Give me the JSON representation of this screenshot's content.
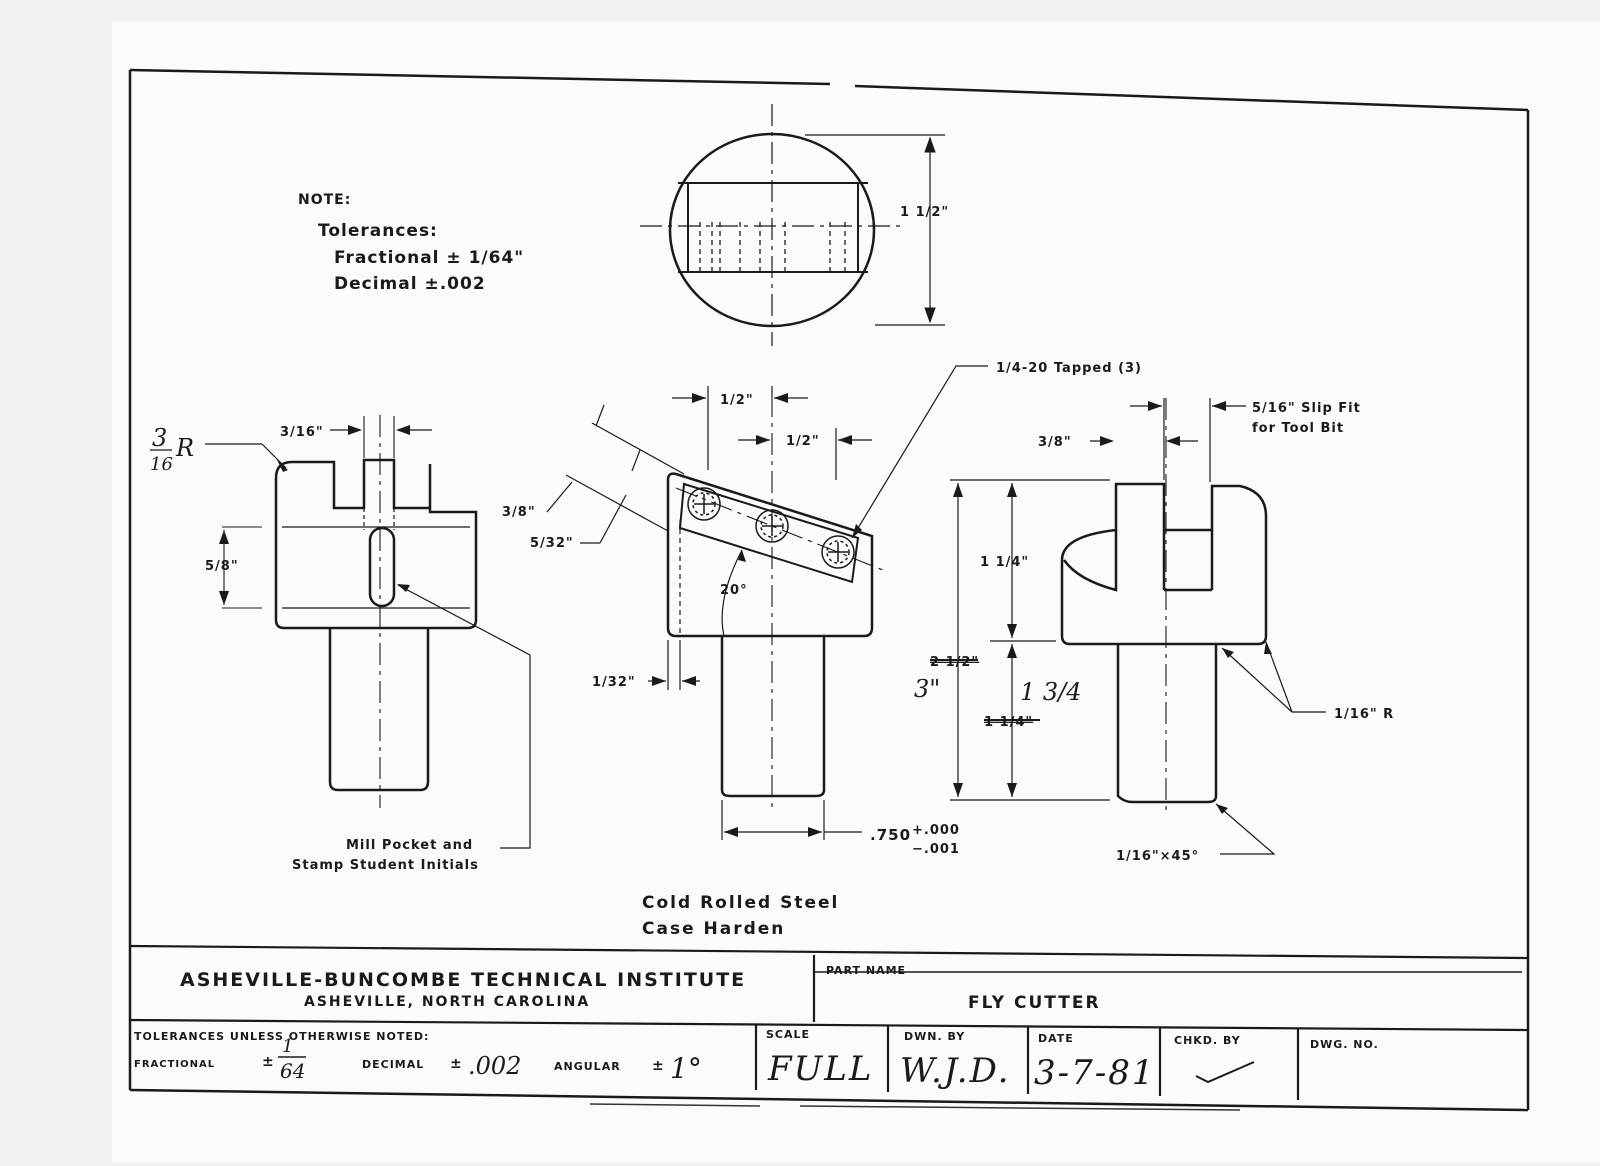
{
  "note": {
    "heading": "NOTE:",
    "tolerances": "Tolerances:",
    "fractional": "Fractional ± 1/64\"",
    "decimal": "Decimal ±.002"
  },
  "dims": {
    "top_height": "1 1/2\"",
    "tapped": "1/4-20 Tapped (3)",
    "half_a": "1/2\"",
    "half_b": "1/2\"",
    "three_eighths_mid": "3/8\"",
    "five_32": "5/32\"",
    "angle": "20°",
    "one_32": "1/32\"",
    "decimal_dia": ".750",
    "tol_plus": "+.000",
    "tol_minus": "−.001",
    "left_316": "3/16\"",
    "left_316R_num": "3",
    "left_316R_den": "16",
    "left_316R_R": "R",
    "left_58": "5/8\"",
    "mill_pocket_1": "Mill Pocket and",
    "mill_pocket_2": "Stamp Student Initials",
    "right_516_1": "5/16\" Slip Fit",
    "right_516_2": "for Tool Bit",
    "right_38": "3/8\"",
    "right_114": "1 1/4\"",
    "old_overall": "2 1/2\"",
    "new_overall": "3\"",
    "new_lower": "1 3/4",
    "old_lower": "1 1/4\"",
    "right_116R": "1/16\" R",
    "chamfer": "1/16\"×45°"
  },
  "material": {
    "line1": "Cold Rolled Steel",
    "line2": "Case Harden"
  },
  "title_block": {
    "institute": "ASHEVILLE-BUNCOMBE TECHNICAL INSTITUTE",
    "location": "ASHEVILLE, NORTH CAROLINA",
    "part_name_label": "PART NAME",
    "part_name": "FLY CUTTER",
    "tol_label": "TOLERANCES UNLESS OTHERWISE NOTED:",
    "fractional_label": "FRACTIONAL",
    "pm1": "±",
    "frac_num": "1",
    "frac_den": "64",
    "decimal_label": "DECIMAL",
    "pm2": "±",
    "decimal_value": ".002",
    "angular_label": "ANGULAR",
    "pm3": "±",
    "angular_value": "1°",
    "scale_label": "SCALE",
    "scale_value": "FULL",
    "dwn_label": "DWN. BY",
    "dwn_value": "W.J.D.",
    "date_label": "DATE",
    "date_value": "3-7-81",
    "chkd_label": "CHKD. BY",
    "dwg_label": "DWG. NO."
  }
}
